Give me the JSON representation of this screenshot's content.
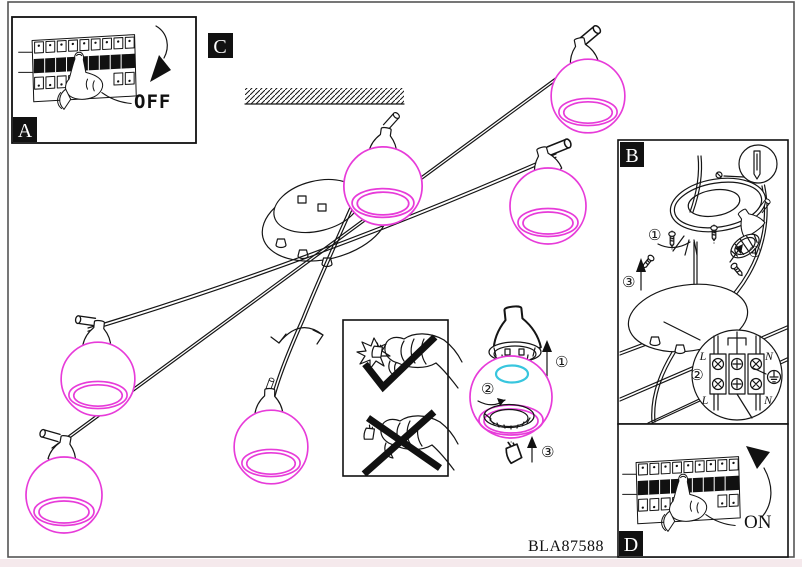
{
  "document": {
    "product_code": "BLA87588"
  },
  "panel_a": {
    "label": "A",
    "breaker_state": "OFF"
  },
  "panel_b": {
    "label": "B",
    "step_markers": {
      "s1": "①",
      "s2": "②",
      "s3": "③",
      "s4": "④"
    },
    "terminals": {
      "top_left": "L",
      "top_right": "N",
      "bottom_left": "L",
      "bottom_right": "N"
    }
  },
  "panel_c": {
    "label": "C"
  },
  "panel_d": {
    "label": "D",
    "breaker_state": "ON"
  },
  "bulb_assembly": {
    "step_markers": {
      "s1": "①",
      "s2": "②",
      "s3": "③"
    }
  },
  "colors": {
    "shade_outline": "#e73bd9",
    "glass_opening": "#38c6de",
    "ink": "#151515",
    "page_margin": "#f5e9ec"
  },
  "icons": {
    "check_icon": "cloth-ok-checkmark",
    "cross_icon": "bare-hand-forbidden-cross",
    "off_arrow_icon": "curved-arrow-down",
    "on_arrow_icon": "curved-arrow-up",
    "swivel_arrow_icon": "double-headed-curved-arrow",
    "ground_icon": "earth-ground-symbol",
    "magnifier_icon": "detail-circle-wall-plug",
    "finger_icon": "pressing-finger"
  }
}
